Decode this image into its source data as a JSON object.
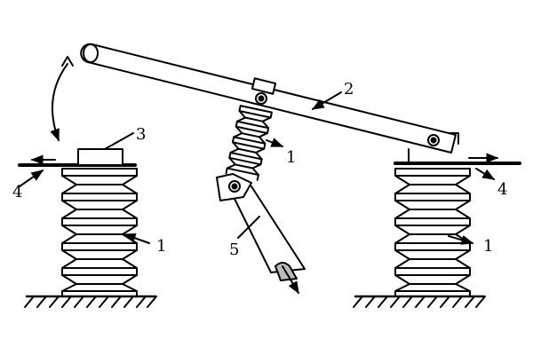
{
  "diagram": {
    "labels": {
      "insulator": "1",
      "blade": "2",
      "contact": "3",
      "terminal": "4",
      "rod": "5"
    }
  }
}
